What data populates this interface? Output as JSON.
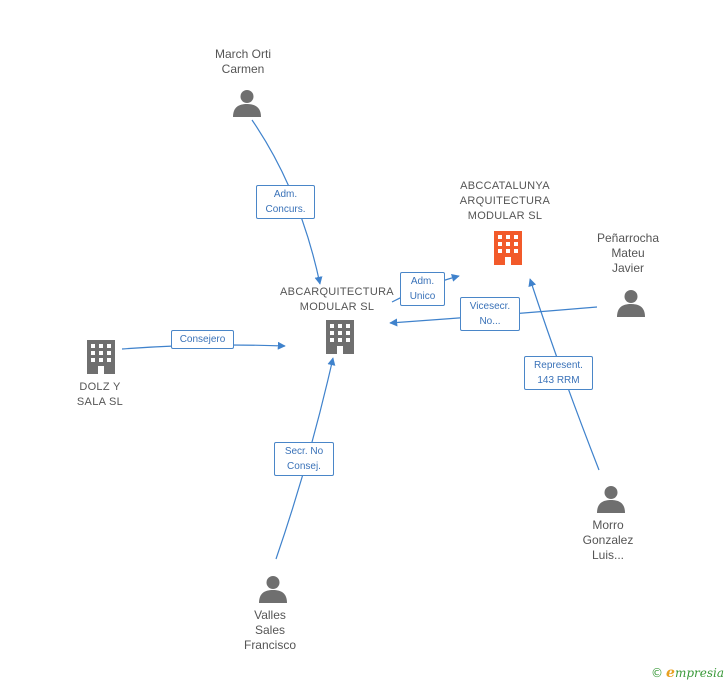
{
  "colors": {
    "edge": "#3f82cc",
    "person_icon": "#6f6f6f",
    "company_icon": "#6f6f6f",
    "focus_company_icon": "#f25a2a",
    "label_text": "#555555",
    "edge_label_text": "#3a72b8"
  },
  "nodes": {
    "march_orti": {
      "lines": [
        "March Orti",
        "Carmen"
      ],
      "icon": "person-icon"
    },
    "abccatalunya": {
      "lines": [
        "ABCCATALUNYA",
        "ARQUITECTURA",
        "MODULAR SL"
      ],
      "icon": "building-icon"
    },
    "penarrocha": {
      "lines": [
        "Peñarrocha",
        "Mateu",
        "Javier"
      ],
      "icon": "person-icon"
    },
    "abcarquitectura": {
      "lines": [
        "ABCARQUITECTURA",
        "MODULAR SL"
      ],
      "icon": "building-icon"
    },
    "dolz": {
      "lines": [
        "DOLZ Y",
        "SALA SL"
      ],
      "icon": "building-icon"
    },
    "morro": {
      "lines": [
        "Morro",
        "Gonzalez",
        "Luis..."
      ],
      "icon": "person-icon"
    },
    "valles": {
      "lines": [
        "Valles",
        "Sales",
        "Francisco"
      ],
      "icon": "person-icon"
    }
  },
  "edges": {
    "adm_concurs": {
      "lines": [
        "Adm.",
        "Concurs."
      ]
    },
    "adm_unico": {
      "lines": [
        "Adm.",
        "Unico"
      ]
    },
    "vicesecr": {
      "lines": [
        "Vicesecr.",
        "No..."
      ]
    },
    "consejero": {
      "lines": [
        "Consejero"
      ]
    },
    "represent": {
      "lines": [
        "Represent.",
        "143 RRM"
      ]
    },
    "secr_no_consej": {
      "lines": [
        "Secr.  No",
        "Consej."
      ]
    }
  },
  "footer": {
    "copyright": "©",
    "brand_e": "e",
    "brand_rest": "mpresia"
  }
}
